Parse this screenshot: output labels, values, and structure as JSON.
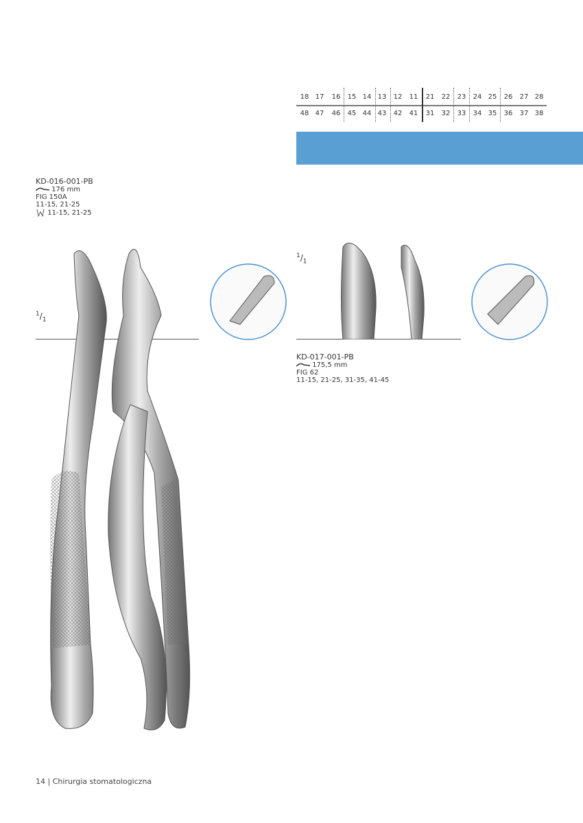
{
  "tooth_chart": {
    "upper": [
      "18",
      "17",
      "16",
      "15",
      "14",
      "13",
      "12",
      "11",
      "21",
      "22",
      "23",
      "24",
      "25",
      "26",
      "27",
      "28"
    ],
    "lower": [
      "48",
      "47",
      "46",
      "45",
      "44",
      "43",
      "42",
      "41",
      "31",
      "32",
      "33",
      "34",
      "35",
      "36",
      "37",
      "38"
    ]
  },
  "accent_color": "#5a9fd4",
  "products": [
    {
      "code": "KD-016-001-PB",
      "length": "176 mm",
      "fig": "FIG 150A",
      "teeth": "11-15, 21-25",
      "roots": "11-15, 21-25",
      "scale": {
        "num": "1",
        "den": "1"
      }
    },
    {
      "code": "KD-017-001-PB",
      "length": "175,5 mm",
      "fig": "FIG 62",
      "teeth": "11-15, 21-25, 31-35, 41-45",
      "scale": {
        "num": "1",
        "den": "1"
      }
    }
  ],
  "footer": {
    "page": "14",
    "separator": "|",
    "section": "Chirurgia stomatologiczna"
  }
}
